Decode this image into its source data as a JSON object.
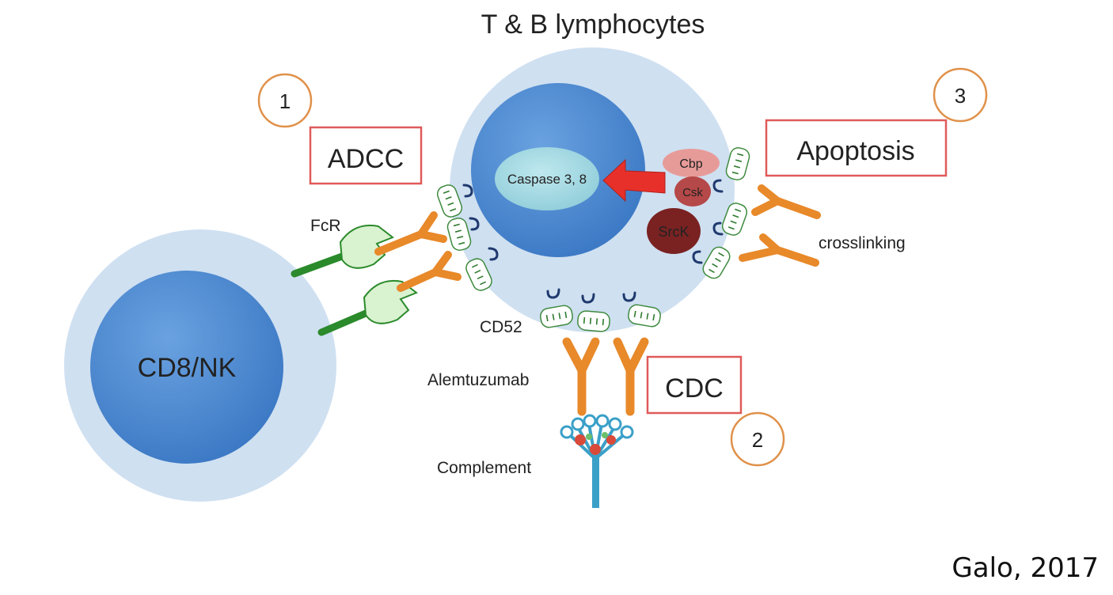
{
  "title": "T & B lymphocytes",
  "effector_cell": "CD8/NK",
  "labels": {
    "fcr": "FcR",
    "cd52": "CD52",
    "alemtuzumab": "Alemtuzumab",
    "complement": "Complement",
    "crosslinking": "crosslinking",
    "caspase": "Caspase 3, 8",
    "cbp": "Cbp",
    "csk": "Csk",
    "srck": "SrcK",
    "cd52_marker": "CD52"
  },
  "mechanisms": [
    {
      "number": "1",
      "name": "ADCC"
    },
    {
      "number": "2",
      "name": "CDC"
    },
    {
      "number": "3",
      "name": "Apoptosis"
    }
  ],
  "credit": "Galo, 2017",
  "colors": {
    "cell_outer": "#cfe0f1",
    "nucleus": "#4a86d0",
    "antibody": "#e8892a",
    "receptor_fill": "#d9f2d0",
    "receptor_stem": "#2b8a2b",
    "box_border": "#e05a5a",
    "circle_border": "#e0914a",
    "arrow": "#e8302a",
    "complement": "#3aa0c8"
  }
}
